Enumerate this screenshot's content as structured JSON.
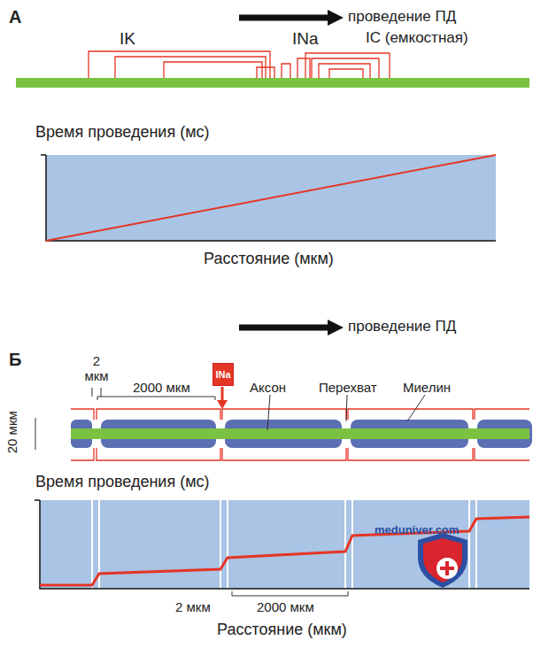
{
  "diagram": {
    "nodes": [
      {
        "text": [
          "INa"
        ]
      }
    ],
    "labels": [
      "А",
      "проведение ПД",
      "IK",
      "INa",
      "IC (емкостная)",
      "Время проведения (мс)",
      "Расстояние (мкм)",
      "Б",
      "проведение ПД",
      "2 мкм",
      "2000 мкм",
      "Аксон",
      "Перехват",
      "Миелин",
      "20 мкм",
      "Время проведения (мс)",
      "meduniver.com",
      "2 мкм",
      "2000 мкм",
      "Расстояние (мкм)"
    ]
  }
}
